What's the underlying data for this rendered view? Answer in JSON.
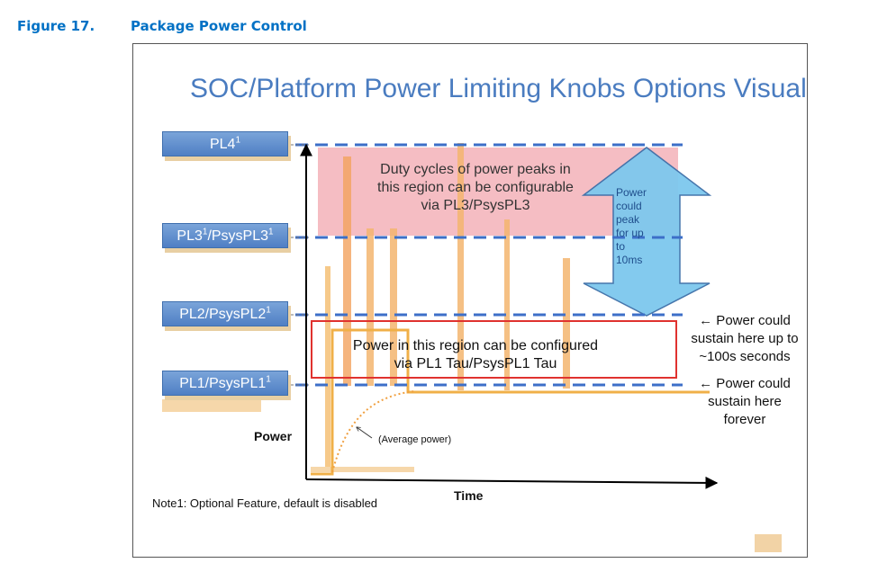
{
  "figure": {
    "number": "Figure 17.",
    "title": "Package Power Control"
  },
  "diagram": {
    "title": "SOC/Platform Power Limiting Knobs Options Visual",
    "levels": {
      "pl4": {
        "base": "PL4",
        "sup": "1"
      },
      "pl3": {
        "base": "PL3",
        "sup": "1",
        "tail": "/PsysPL3",
        "tail_sup": "1"
      },
      "pl2": {
        "base": "PL2/PsysPL2",
        "sup": "1"
      },
      "pl1": {
        "base": "PL1/PsysPL1",
        "sup": "1"
      }
    },
    "pink_region": {
      "line1": "Duty cycles of power peaks in",
      "line2": "this region can be configurable",
      "line3": "via PL3/PsysPL3"
    },
    "red_region": {
      "line1": "Power in this region can be configured",
      "line2": "via PL1 Tau/PsysPL1 Tau"
    },
    "arrow_note": {
      "l1": "Power",
      "l2": "could",
      "l3": "peak",
      "l4": "for up",
      "l5": "to",
      "l6": "10ms"
    },
    "side_note_pl2": {
      "l1": "← Power could",
      "l2": "sustain here up to",
      "l3": "~100s seconds"
    },
    "side_note_pl1": {
      "l1": "← Power could",
      "l2": "sustain here",
      "l3": "forever"
    },
    "axis": {
      "y_label": "Power",
      "x_label": "Time"
    },
    "average_label": "(Average power)",
    "footnote": "Note1: Optional Feature, default is disabled",
    "colors": {
      "accent_blue": "#0071c5",
      "dash_blue": "#3d6fc8",
      "pink_fill": "#f4b6bd",
      "red_border": "#e0322f",
      "orange_trace": "#f0b048",
      "arrow_fill": "#7dc8ee"
    }
  }
}
